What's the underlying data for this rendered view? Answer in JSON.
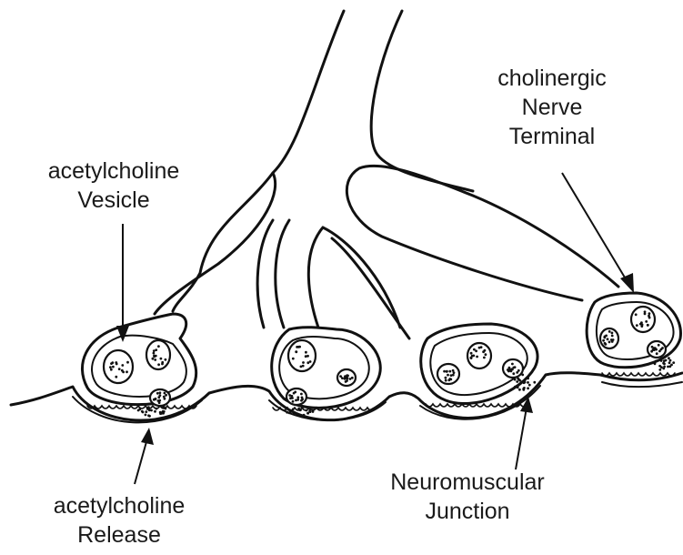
{
  "labels": {
    "vesicle": {
      "line1": "acetylcholine",
      "line2": "Vesicle"
    },
    "terminal": {
      "line1": "cholinergic",
      "line2": "Nerve",
      "line3": "Terminal"
    },
    "release": {
      "line1": "acetylcholine",
      "line2": "Release"
    },
    "junction": {
      "line1": "Neuromuscular",
      "line2": "Junction"
    }
  }
}
